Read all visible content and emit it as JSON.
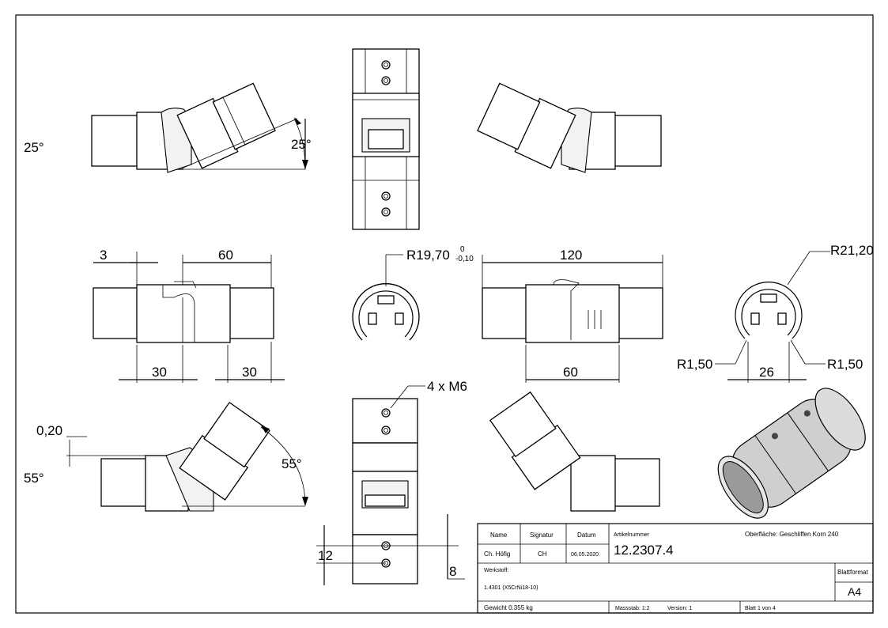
{
  "labels": {
    "angle_25_left": "25°",
    "angle_25_dim": "25°",
    "angle_55_left": "55°",
    "angle_55_dim": "55°",
    "dim_3": "3",
    "dim_60_top": "60",
    "dim_30_a": "30",
    "dim_30_b": "30",
    "dim_radius_inner": "R19,70",
    "dim_radius_inner_tol_upper": "0",
    "dim_radius_inner_tol_lower": "-0,10",
    "dim_120": "120",
    "dim_60_bottom": "60",
    "dim_r21": "R21,20",
    "dim_r1_left": "R1,50",
    "dim_r1_right": "R1,50",
    "dim_26": "26",
    "dim_thread": "4 x M6",
    "dim_0_20": "0,20",
    "dim_12": "12",
    "dim_8": "8"
  },
  "title_block": {
    "name_header": "Name",
    "signatur_header": "Signatur",
    "datum_header": "Datum",
    "name": "Ch. Höfig",
    "signatur": "CH",
    "datum": "06.05.2020",
    "artikelnummer_label": "Artikelnummer",
    "artikelnummer": "12.2307.4",
    "oberflaeche": "Oberfläche:  Geschliffen Korn 240",
    "werkstoff_label": "Werkstoff:",
    "werkstoff": "1.4301 (X5CrNi18-10)",
    "blattformat_label": "Blattformat",
    "blattformat": "A4",
    "gewicht": "Gewicht 0.355 kg",
    "massstab": "Massstab: 1:2",
    "version": "Version: 1",
    "blatt": "Blatt 1 von 4"
  }
}
